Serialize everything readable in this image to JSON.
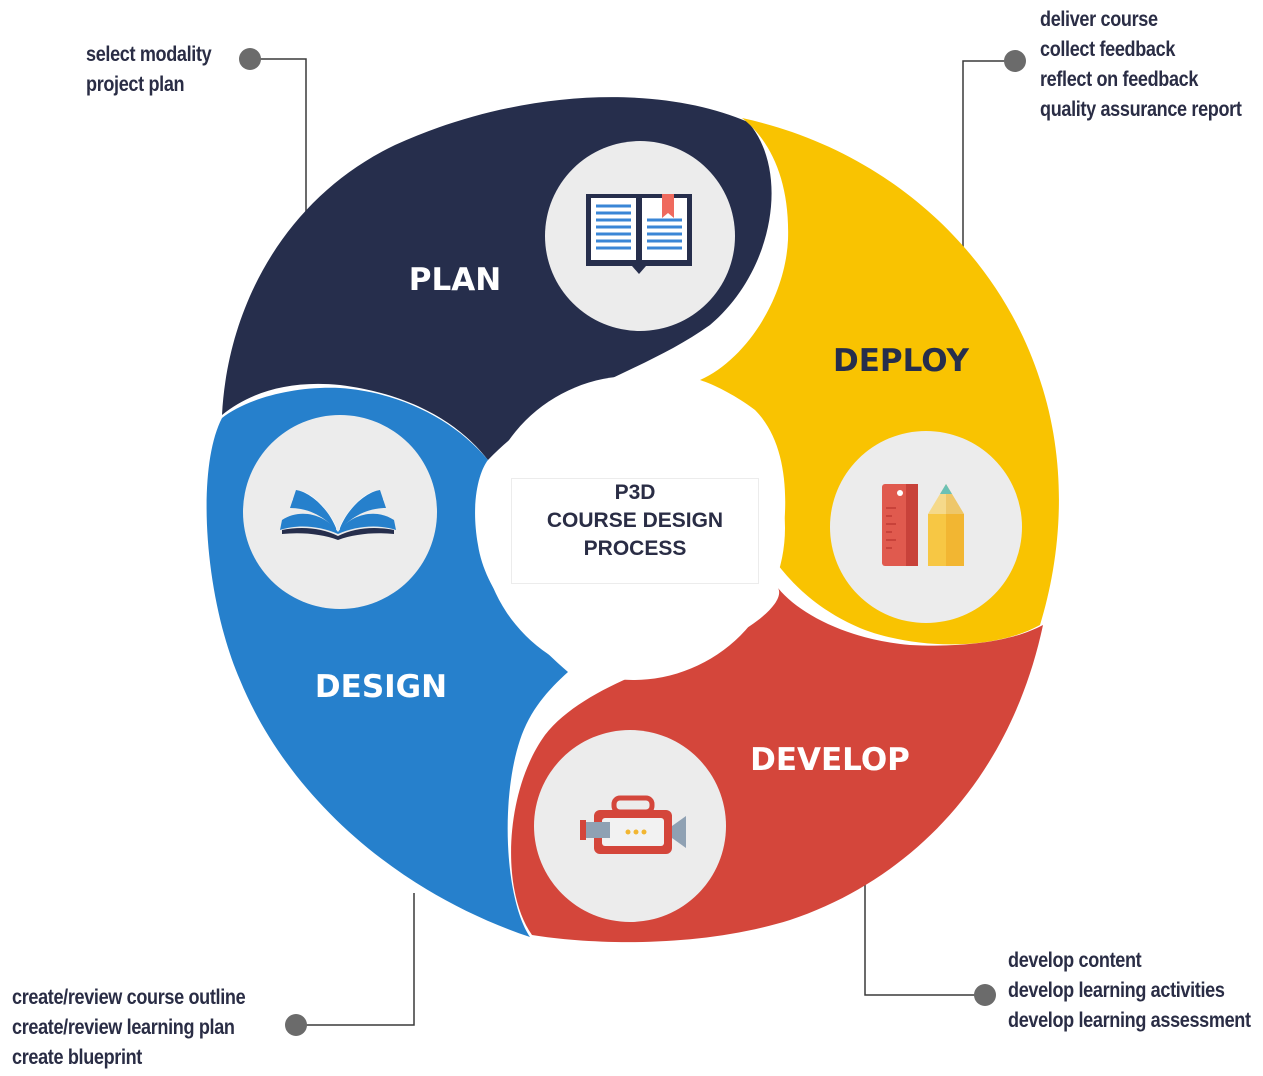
{
  "center": {
    "line1": "P3D",
    "line2": "COURSE DESIGN",
    "line3": "PROCESS"
  },
  "segments": {
    "plan": {
      "label": "PLAN",
      "color": "#262e4c",
      "icon": "open-book-icon"
    },
    "deploy": {
      "label": "DEPLOY",
      "color": "#f9c301",
      "icon": "ruler-pencil-icon"
    },
    "develop": {
      "label": "DEVELOP",
      "color": "#d4463b",
      "icon": "video-camera-icon"
    },
    "design": {
      "label": "DESIGN",
      "color": "#2680cc",
      "icon": "open-book-icon"
    }
  },
  "notes": {
    "plan": [
      "select modality",
      "project plan"
    ],
    "deploy": [
      "deliver course",
      "collect feedback",
      "reflect on feedback",
      "quality assurance report"
    ],
    "develop": [
      "develop content",
      "develop learning activities",
      "develop learning assessment"
    ],
    "design": [
      "create/review course outline",
      "create/review learning plan",
      "create blueprint"
    ]
  }
}
